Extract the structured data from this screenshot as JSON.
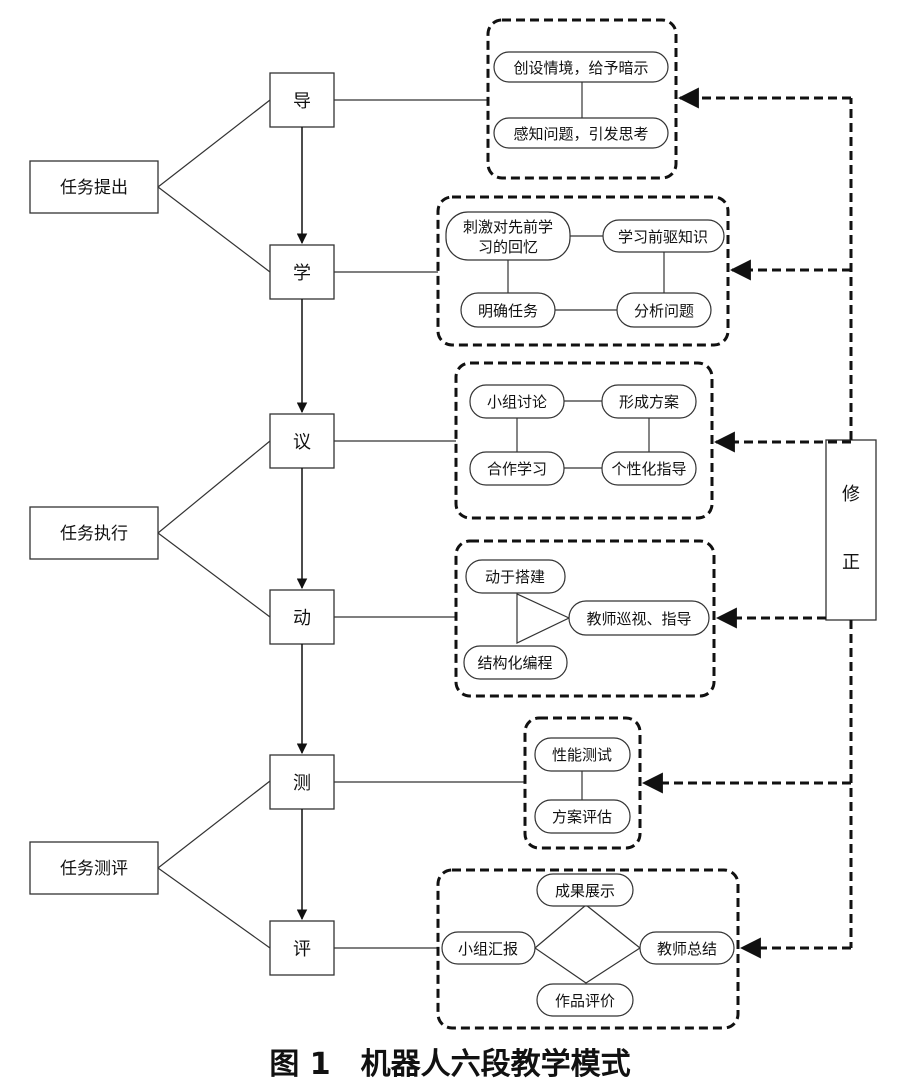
{
  "tasks": [
    "任务提出",
    "任务执行",
    "任务测评"
  ],
  "stages": [
    "导",
    "学",
    "议",
    "动",
    "测",
    "评"
  ],
  "groups": {
    "dao": [
      "创设情境，给予暗示",
      "感知问题，引发思考"
    ],
    "xue": [
      "刺激对先前学",
      "习的回忆",
      "学习前驱知识",
      "明确任务",
      "分析问题"
    ],
    "yi": [
      "小组讨论",
      "形成方案",
      "合作学习",
      "个性化指导"
    ],
    "dong": [
      "动于搭建",
      "教师巡视、指导",
      "结构化编程"
    ],
    "ce": [
      "性能测试",
      "方案评估"
    ],
    "ping": [
      "成果展示",
      "小组汇报",
      "教师总结",
      "作品评价"
    ]
  },
  "correction": [
    "修",
    "正"
  ],
  "caption": "图 1　机器人六段教学模式"
}
